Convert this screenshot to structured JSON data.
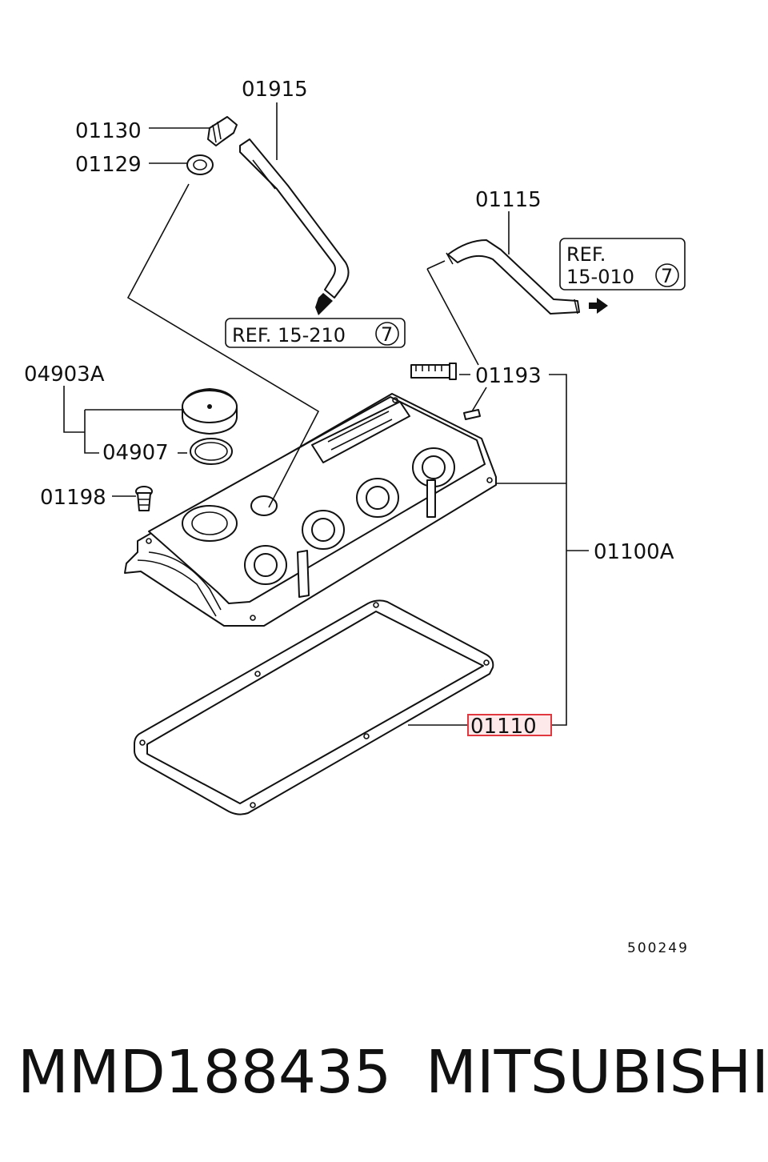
{
  "diagram": {
    "callouts": {
      "c01915": "01915",
      "c01130": "01130",
      "c01129": "01129",
      "c01115": "01115",
      "c04903a": "04903A",
      "c04907": "04907",
      "c01193": "01193",
      "c01198": "01198",
      "c01100a": "01100A",
      "c01110": "01110"
    },
    "references": {
      "ref_a": {
        "text": "REF. 15-210",
        "circled": "7"
      },
      "ref_b": {
        "line1": "REF.",
        "line2": "15-010",
        "circled": "7"
      }
    },
    "figure_code": "500249",
    "highlight_color": "#e0383e",
    "highlighted_part": "01110"
  },
  "footer": {
    "part_number": "MMD188435",
    "brand": "MITSUBISHI"
  }
}
